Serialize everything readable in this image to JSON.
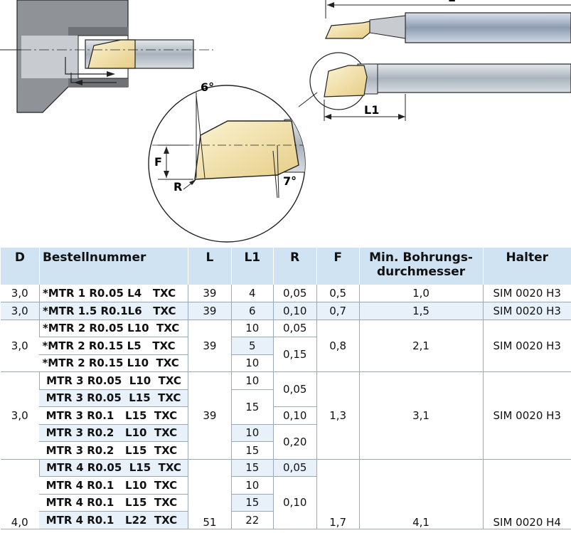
{
  "drawing": {
    "labels": {
      "L": "L",
      "L1": "L1",
      "angle_top": "6°",
      "angle_bottom": "7°",
      "F": "F",
      "R": "R"
    },
    "colors": {
      "insert_gold": "#f1dfa8",
      "shank_grey": "#b8c0c8",
      "housing_grey": "#8f9398",
      "outline": "#222222"
    }
  },
  "table": {
    "headers": {
      "d": "D",
      "order_no": "Bestellnummer",
      "l": "L",
      "l1": "L1",
      "r": "R",
      "f": "F",
      "bore_line1": "Min. Bohrungs-",
      "bore_line2": "durchmesser",
      "holder": "Halter"
    },
    "colors": {
      "header_bg": "#cfe3f3",
      "highlight_bg": "#e8f1f9",
      "grid": "#9aaab8"
    },
    "rows": [
      {
        "d": "3,0",
        "order": "*MTR 1 R0.05 L4   TXC",
        "l": "39",
        "l1": "4",
        "r": "0,05",
        "f": "0,5",
        "bore": "1,0",
        "holder": "SIM 0020 H3"
      },
      {
        "d": "3,0",
        "order": "*MTR 1.5 R0.1L6   TXC",
        "l": "39",
        "l1": "6",
        "r": "0,10",
        "f": "0,7",
        "bore": "1,5",
        "holder": "SIM 0020 H3"
      },
      {
        "d": "3,0",
        "order": "*MTR 2 R0.05 L10  TXC",
        "l": "39",
        "l1": "10",
        "r": "0,05",
        "f": "0,8",
        "bore": "2,1",
        "holder": "SIM 0020 H3"
      },
      {
        "order": "*MTR 2 R0.15 L5   TXC",
        "l1": "5",
        "r": "0,15"
      },
      {
        "order": "*MTR 2 R0.15 L10  TXC",
        "l1": "10"
      },
      {
        "d": "3,0",
        "order": " MTR 3 R0.05  L10  TXC",
        "l": "39",
        "l1": "10",
        "r": "0,05",
        "f": "1,3",
        "bore": "3,1",
        "holder": "SIM 0020 H3"
      },
      {
        "order": " MTR 3 R0.05  L15  TXC",
        "l1": "15"
      },
      {
        "order": " MTR 3 R0.1   L15  TXC",
        "r": "0,10"
      },
      {
        "order": " MTR 3 R0.2   L10  TXC",
        "l1": "10",
        "r": "0,20"
      },
      {
        "order": " MTR 3 R0.2   L15  TXC",
        "l1": "15"
      },
      {
        "d": "4,0",
        "order": " MTR 4 R0.05  L15  TXC",
        "l": "51",
        "l1": "15",
        "r": "0,05",
        "f": "1,7",
        "bore": "4,1",
        "holder": "SIM 0020 H4"
      },
      {
        "order": " MTR 4 R0.1   L10  TXC",
        "l1": "10",
        "r": "0,10"
      },
      {
        "order": " MTR 4 R0.1   L15  TXC",
        "l1": "15"
      },
      {
        "order": " MTR 4 R0.1   L22  TXC",
        "l1": "22"
      }
    ]
  }
}
